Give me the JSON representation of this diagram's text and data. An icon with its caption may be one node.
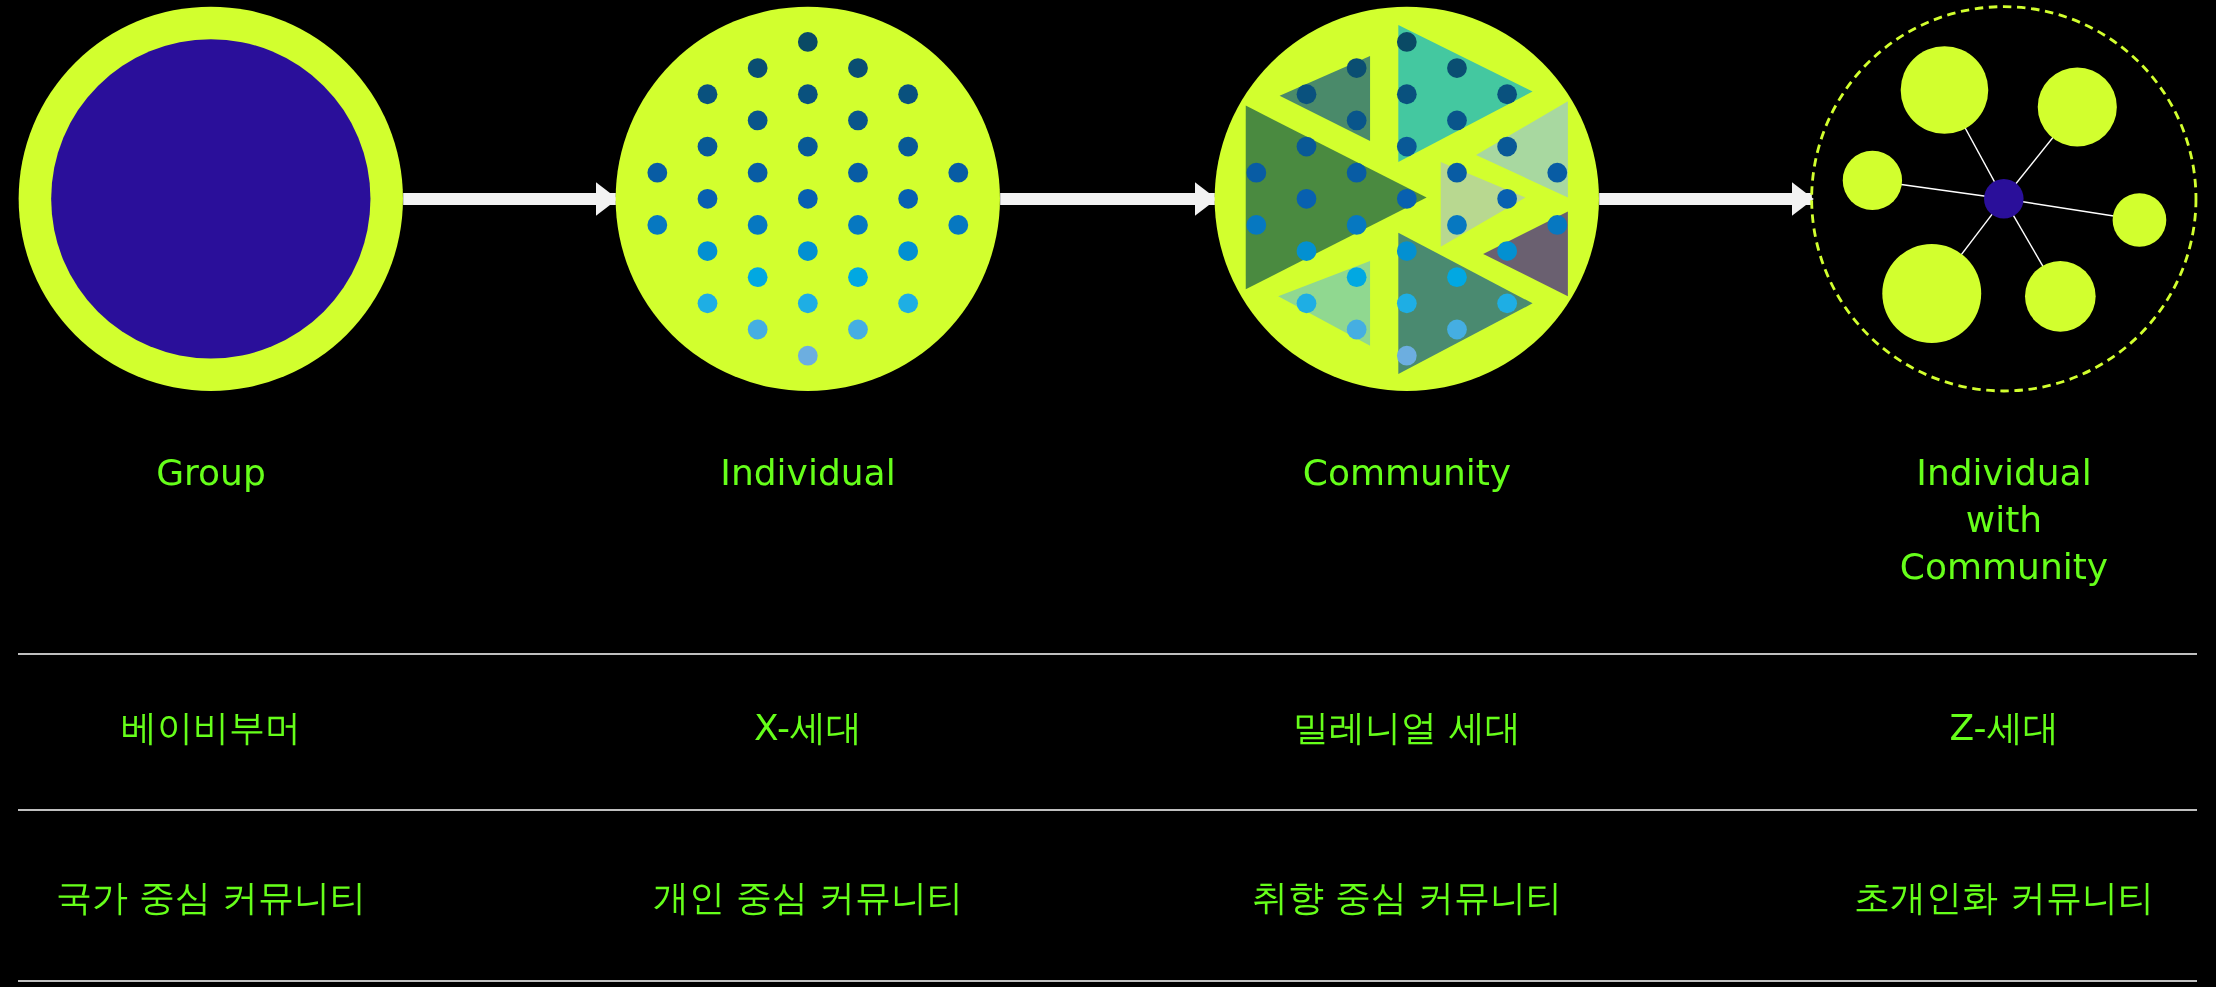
{
  "diagram": {
    "nodes": [
      {
        "text": [],
        "shape": "circle"
      },
      {
        "text": [],
        "shape": "circle"
      },
      {
        "text": [],
        "shape": "circle"
      },
      {
        "text": [],
        "shape": "circle"
      }
    ],
    "edges": [
      {
        "from": 0,
        "to": 1,
        "arrow": "to"
      },
      {
        "from": 1,
        "to": 2,
        "arrow": "to"
      },
      {
        "from": 2,
        "to": 3,
        "arrow": "to"
      }
    ],
    "labels": [
      "Group",
      "Individual",
      "Community",
      "Individual with Community",
      "베이비부머",
      "X-세대",
      "밀레니얼 세대",
      "Z-세대",
      "국가 중심 커뮤니티",
      "개인 중심 커뮤니티",
      "취향 중심 커뮤니티",
      "초개인화 커뮤니티"
    ]
  }
}
